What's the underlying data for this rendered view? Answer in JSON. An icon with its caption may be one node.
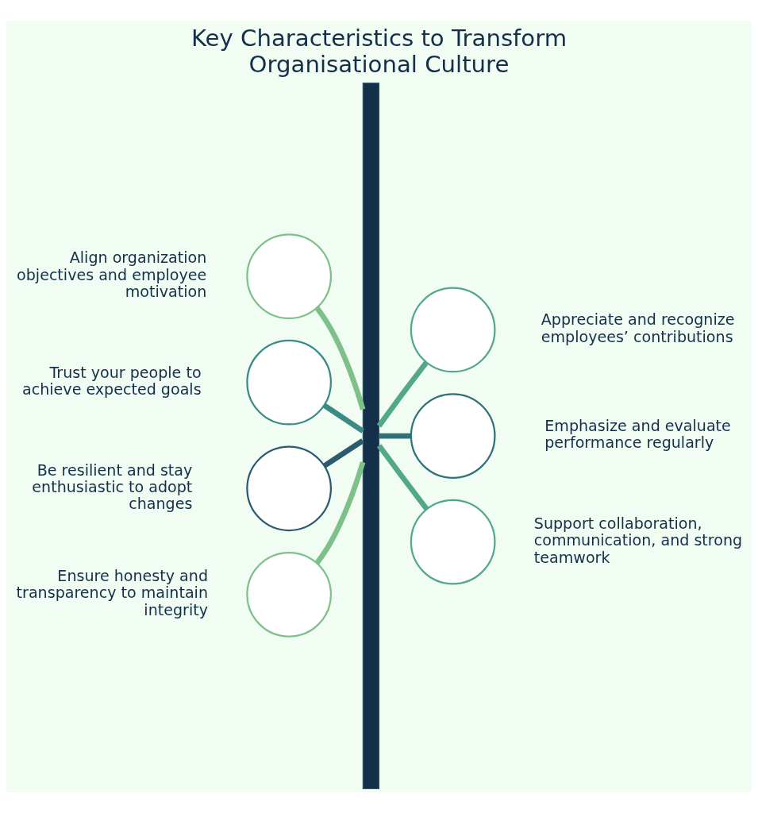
{
  "diagram": {
    "title": "Key Characteristics to Transform Organisational Culture",
    "nodes": [
      {
        "text": [],
        "shape": "bar"
      },
      {
        "text": [],
        "shape": "circle",
        "beside": [
          "Align organization objectives and employee motivation"
        ]
      },
      {
        "text": [],
        "shape": "circle",
        "beside": [
          "Appreciate and recognize employees’ contributions"
        ]
      },
      {
        "text": [],
        "shape": "circle",
        "beside": [
          "Trust your people to achieve expected goals"
        ]
      },
      {
        "text": [],
        "shape": "circle",
        "beside": [
          "Emphasize and evaluate performance regularly"
        ]
      },
      {
        "text": [],
        "shape": "circle",
        "beside": [
          "Be resilient and stay enthusiastic to adopt changes"
        ]
      },
      {
        "text": [],
        "shape": "circle",
        "beside": [
          "Support collaboration, communication, and strong teamwork"
        ]
      },
      {
        "text": [],
        "shape": "circle",
        "beside": [
          "Ensure honesty and transparency to maintain integrity"
        ]
      }
    ],
    "edges": [
      {
        "from": 1,
        "to": 0,
        "arrow": "none",
        "color": "#7dc08a"
      },
      {
        "from": 0,
        "to": 2,
        "arrow": "none",
        "color": "#52a88a"
      },
      {
        "from": 3,
        "to": 0,
        "arrow": "none",
        "color": "#3a8a86"
      },
      {
        "from": 0,
        "to": 4,
        "arrow": "none",
        "color": "#2f7378"
      },
      {
        "from": 5,
        "to": 0,
        "arrow": "none",
        "color": "#2c5a6e"
      },
      {
        "from": 0,
        "to": 6,
        "arrow": "none",
        "color": "#52a88a"
      },
      {
        "from": 7,
        "to": 0,
        "arrow": "none",
        "color": "#7dc08a"
      }
    ]
  }
}
